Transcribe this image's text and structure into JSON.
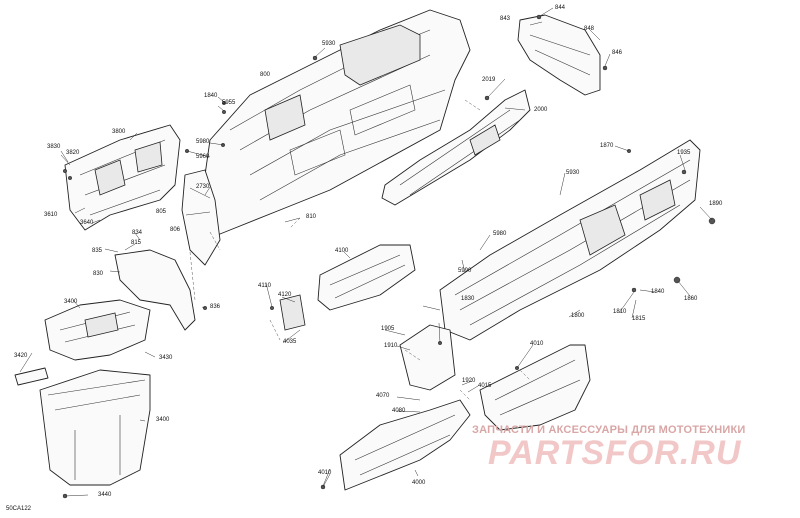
{
  "diagram": {
    "code": "50CA122",
    "watermark_sub": "ЗАПЧАСТИ И АКСЕССУАРЫ ДЛЯ МОТОТЕХНИКИ",
    "watermark_main": "PARTSFOR.RU",
    "labels": [
      "843",
      "844",
      "848",
      "846",
      "5930",
      "800",
      "2019",
      "2000",
      "1840",
      "5955",
      "3800",
      "3830",
      "3820",
      "5960",
      "2730",
      "5980",
      "805",
      "806",
      "810",
      "3610",
      "3640",
      "834",
      "835",
      "815",
      "836",
      "830",
      "1870",
      "1935",
      "5930",
      "1890",
      "5980",
      "4100",
      "5990",
      "1830",
      "1840",
      "1810",
      "1815",
      "1860",
      "4110",
      "4120",
      "4035",
      "1905",
      "1910",
      "1800",
      "4010",
      "3400",
      "3420",
      "3430",
      "3400",
      "3440",
      "1920",
      "4015",
      "4070",
      "4080",
      "4000",
      "4010"
    ]
  }
}
